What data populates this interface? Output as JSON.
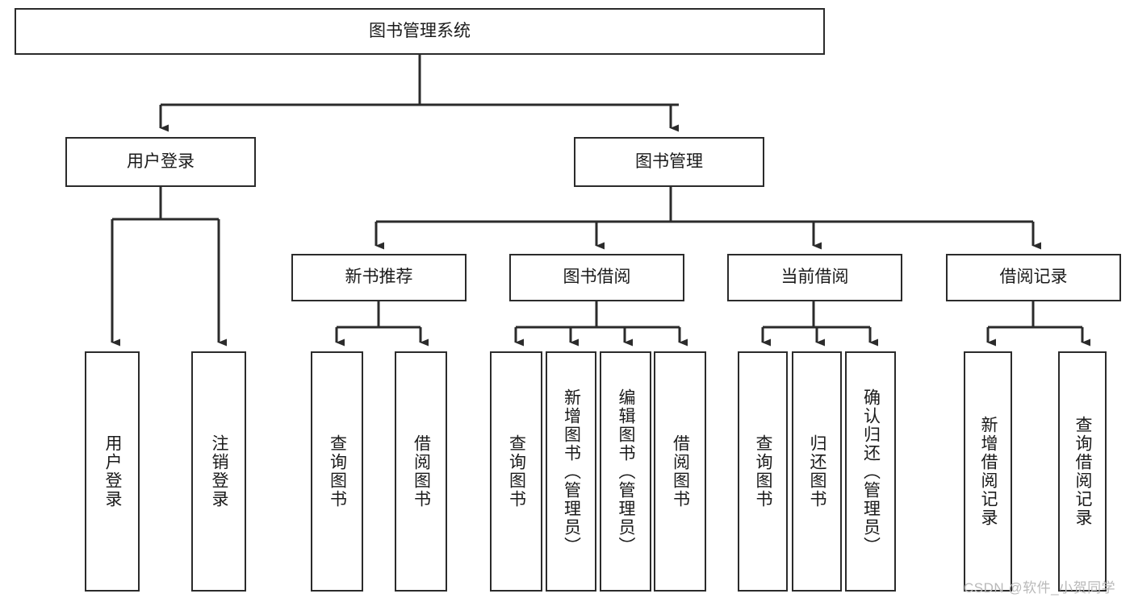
{
  "diagram": {
    "title": "图书管理系统",
    "watermark": "CSDN @软件_小贺同学",
    "colors": {
      "stroke": "#2b2b2b",
      "fill": "#ffffff",
      "text": "#1a1a1a",
      "watermark": "#b9b9b9"
    },
    "levels": {
      "root": {
        "label": "图书管理系统"
      },
      "level2": [
        {
          "id": "user-login",
          "label": "用户登录"
        },
        {
          "id": "book-manage",
          "label": "图书管理"
        }
      ],
      "level3": [
        {
          "id": "new-book-recommend",
          "label": "新书推荐"
        },
        {
          "id": "book-borrow",
          "label": "图书借阅"
        },
        {
          "id": "current-borrow",
          "label": "当前借阅"
        },
        {
          "id": "borrow-record",
          "label": "借阅记录"
        }
      ],
      "leaves": [
        {
          "id": "leaf-user-login",
          "label": "用户登录",
          "parent": "user-login"
        },
        {
          "id": "leaf-logout-login",
          "label": "注销登录",
          "parent": "user-login"
        },
        {
          "id": "leaf-query-book-1",
          "label": "查询图书",
          "parent": "new-book-recommend"
        },
        {
          "id": "leaf-borrow-book-1",
          "label": "借阅图书",
          "parent": "new-book-recommend"
        },
        {
          "id": "leaf-query-book-2",
          "label": "查询图书",
          "parent": "book-borrow"
        },
        {
          "id": "leaf-add-book",
          "label": "新增图书（管理员）",
          "parent": "book-borrow"
        },
        {
          "id": "leaf-edit-book",
          "label": "编辑图书（管理员）",
          "parent": "book-borrow"
        },
        {
          "id": "leaf-borrow-book-2",
          "label": "借阅图书",
          "parent": "book-borrow"
        },
        {
          "id": "leaf-query-book-3",
          "label": "查询图书",
          "parent": "current-borrow"
        },
        {
          "id": "leaf-return-book",
          "label": "归还图书",
          "parent": "current-borrow"
        },
        {
          "id": "leaf-confirm-return",
          "label": "确认归还（管理员）",
          "parent": "current-borrow"
        },
        {
          "id": "leaf-add-record",
          "label": "新增借阅记录",
          "parent": "borrow-record"
        },
        {
          "id": "leaf-query-record",
          "label": "查询借阅记录",
          "parent": "borrow-record"
        }
      ]
    }
  }
}
